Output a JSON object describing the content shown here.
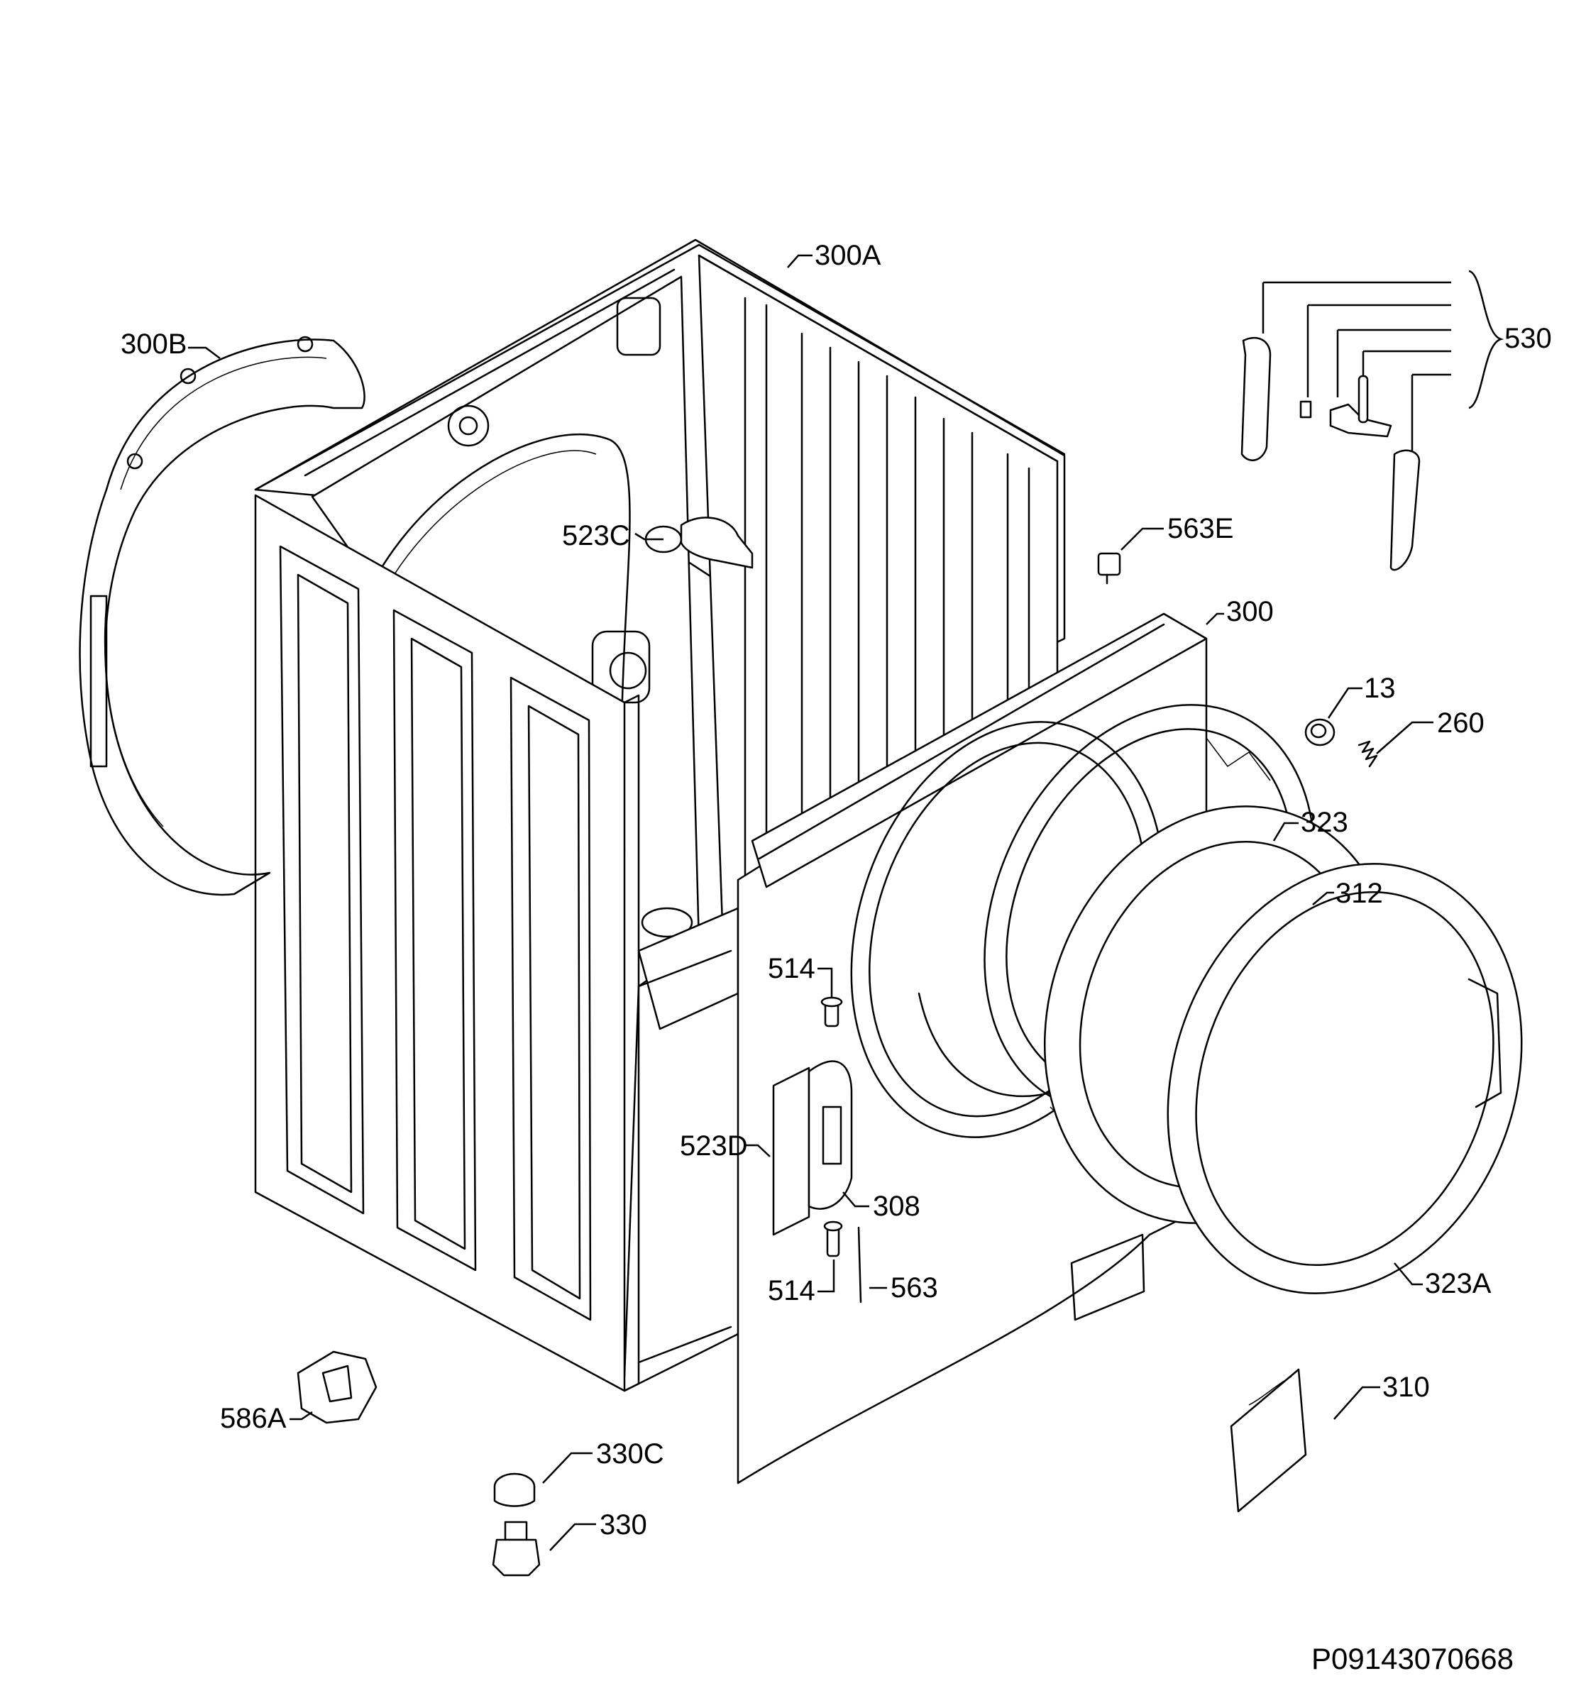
{
  "callouts": {
    "c300A": "300A",
    "c300B": "300B",
    "c530": "530",
    "c523C": "523C",
    "c563E": "563E",
    "c300": "300",
    "c13": "13",
    "c260": "260",
    "c323": "323",
    "c312": "312",
    "c514a": "514",
    "c523D": "523D",
    "c308": "308",
    "c514b": "514",
    "c563": "563",
    "c323A": "323A",
    "c310": "310",
    "c586A": "586A",
    "c330C": "330C",
    "c330": "330"
  },
  "diagram_code": "P09143070668"
}
